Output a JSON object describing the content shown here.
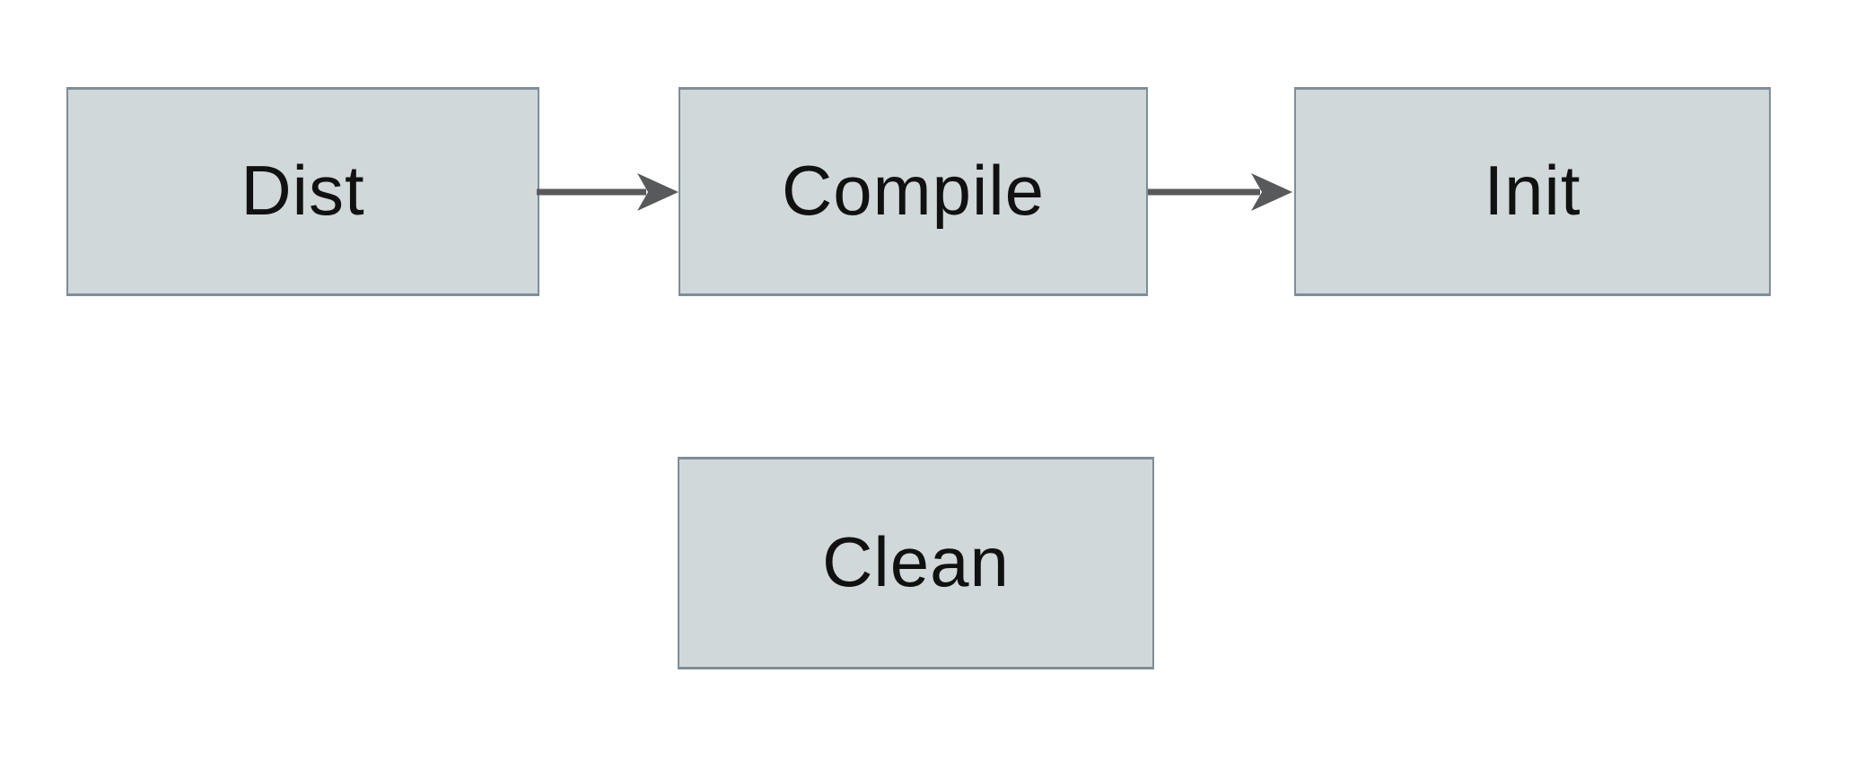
{
  "diagram": {
    "type": "flowchart",
    "nodes": [
      {
        "id": "dist",
        "label": "Dist"
      },
      {
        "id": "compile",
        "label": "Compile"
      },
      {
        "id": "init",
        "label": "Init"
      },
      {
        "id": "clean",
        "label": "Clean"
      }
    ],
    "edges": [
      {
        "from": "Dist",
        "to": "Compile",
        "style": "arrow-right"
      },
      {
        "from": "Compile",
        "to": "Init",
        "style": "arrow-right"
      }
    ],
    "colors": {
      "background": "#ffffff",
      "node_fill": "#d0d8da",
      "node_border": "#7d8e99",
      "arrow": "#58595b",
      "text": "#111111"
    }
  }
}
